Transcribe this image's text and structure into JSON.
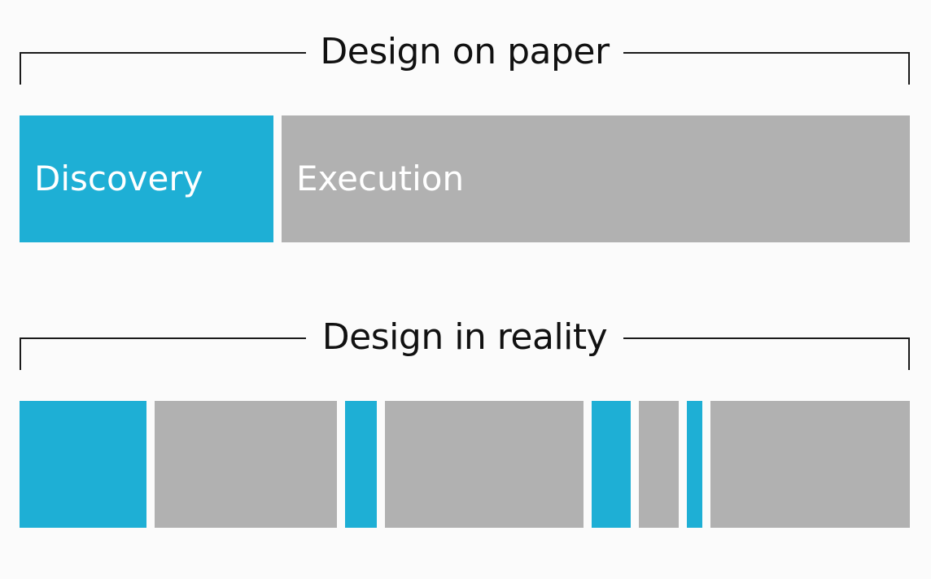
{
  "colors": {
    "discovery": "#1eafd5",
    "execution": "#b1b1b1",
    "background": "#fbfbfb",
    "line": "#1a1a1a"
  },
  "paper": {
    "title": "Design on paper",
    "segments": [
      {
        "kind": "discovery",
        "label": "Discovery"
      },
      {
        "kind": "execution",
        "label": "Execution"
      }
    ]
  },
  "reality": {
    "title": "Design in reality",
    "segments": [
      {
        "kind": "discovery"
      },
      {
        "kind": "execution"
      },
      {
        "kind": "discovery"
      },
      {
        "kind": "execution"
      },
      {
        "kind": "discovery"
      },
      {
        "kind": "execution"
      },
      {
        "kind": "discovery"
      },
      {
        "kind": "execution"
      }
    ]
  }
}
